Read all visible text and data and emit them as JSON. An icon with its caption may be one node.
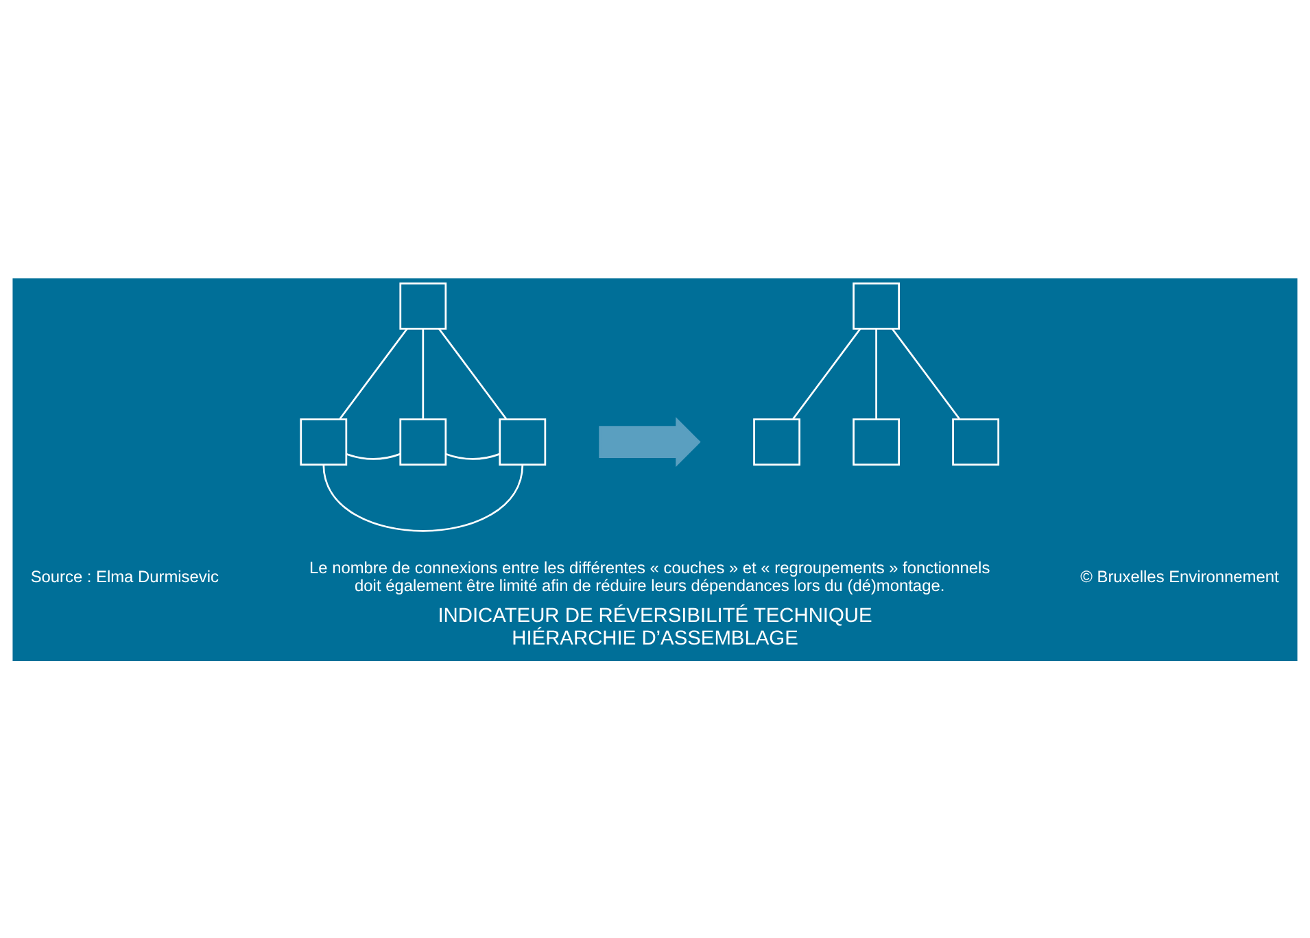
{
  "diagram": {
    "title": "INDICATEUR DE RÉVERSIBILITÉ TECHNIQUE HIÉRARCHIE D’ASSEMBLAGE",
    "nodes": [
      {
        "text": [],
        "shape": "box"
      },
      {
        "text": [],
        "shape": "box"
      },
      {
        "text": [],
        "shape": "box"
      },
      {
        "text": [],
        "shape": "box"
      },
      {
        "text": [],
        "shape": "arrow"
      },
      {
        "text": [],
        "shape": "box"
      },
      {
        "text": [],
        "shape": "box"
      },
      {
        "text": [],
        "shape": "box"
      },
      {
        "text": [],
        "shape": "box"
      }
    ],
    "edges": [
      {
        "from": 0,
        "to": 1,
        "arrow": "none"
      },
      {
        "from": 0,
        "to": 2,
        "arrow": "none"
      },
      {
        "from": 0,
        "to": 3,
        "arrow": "none"
      },
      {
        "from": 1,
        "to": 2,
        "arrow": "none"
      },
      {
        "from": 2,
        "to": 3,
        "arrow": "none"
      },
      {
        "from": 1,
        "to": 3,
        "arrow": "none"
      },
      {
        "from": 5,
        "to": 6,
        "arrow": "none"
      },
      {
        "from": 5,
        "to": 7,
        "arrow": "none"
      },
      {
        "from": 5,
        "to": 8,
        "arrow": "none"
      }
    ],
    "labels": [
      "Source : Elma Durmisevic",
      "Le nombre de connexions entre les différentes « couches » et « regroupements » fonctionnels doit également être limité afin de réduire leurs dépendances lors du (dé)montage.",
      "© Bruxelles Environnement"
    ]
  }
}
